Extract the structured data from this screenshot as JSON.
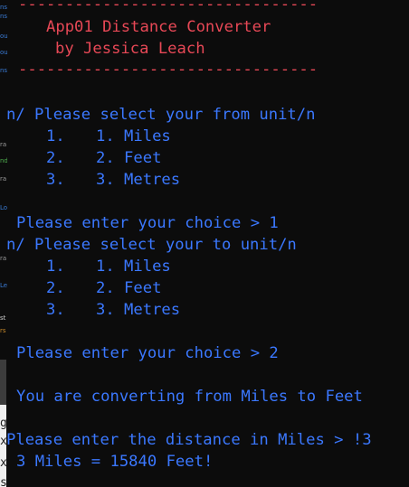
{
  "console": {
    "border_top": "--------------------------------",
    "title": "App01 Distance Converter",
    "author": "by Jessica Leach",
    "border_bottom": "--------------------------------",
    "from_prompt": "n/ Please select your from unit/n",
    "from_options": [
      {
        "num": "1.",
        "label": "1. Miles"
      },
      {
        "num": "2.",
        "label": "2. Feet"
      },
      {
        "num": "3.",
        "label": "3. Metres"
      }
    ],
    "from_choice": "Please enter your choice > 1",
    "to_prompt": "n/ Please select your to unit/n",
    "to_options": [
      {
        "num": "1.",
        "label": "1. Miles"
      },
      {
        "num": "2.",
        "label": "2. Feet"
      },
      {
        "num": "3.",
        "label": "3. Metres"
      }
    ],
    "to_choice": "Please enter your choice > 2",
    "converting": "You are converting from Miles to Feet",
    "distance_prompt": "Please enter the distance in Miles > !3",
    "result": "3 Miles = 15840 Feet!"
  },
  "colors": {
    "background": "#0c0c0c",
    "header_red": "#e74856",
    "text_blue": "#3b78ff"
  }
}
